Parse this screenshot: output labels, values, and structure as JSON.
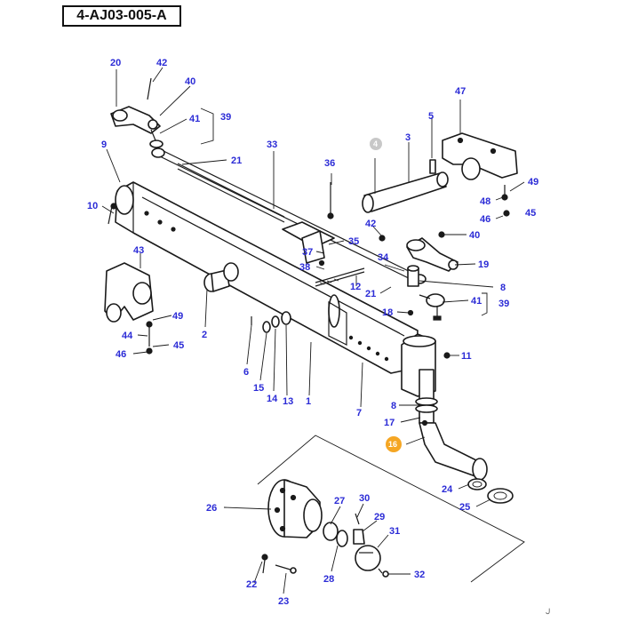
{
  "header": {
    "code": "4-AJ03-005-A"
  },
  "colors": {
    "callout": "#2b2bd6",
    "highlight_orange": "#f5a623",
    "highlight_grey": "#c8c8c8",
    "line": "#1a1a1a"
  },
  "callouts": {
    "c20": "20",
    "c42a": "42",
    "c40a": "40",
    "c41a": "41",
    "c39a": "39",
    "c9": "9",
    "c33": "33",
    "c21a": "21",
    "c47": "47",
    "c5": "5",
    "c4": "4",
    "c3": "3",
    "c49a": "49",
    "c48": "48",
    "c46a": "46",
    "c45a": "45",
    "c36": "36",
    "c10": "10",
    "c42b": "42",
    "c40b": "40",
    "c43": "43",
    "c37": "37",
    "c35": "35",
    "c34": "34",
    "c19": "19",
    "c38": "38",
    "c12": "12",
    "c21b": "21",
    "c8a": "8",
    "c41b": "41",
    "c39b": "39",
    "c18": "18",
    "c49b": "49",
    "c44": "44",
    "c45b": "45",
    "c46b": "46",
    "c2": "2",
    "c11": "11",
    "c6": "6",
    "c15": "15",
    "c14": "14",
    "c13": "13",
    "c1": "1",
    "c7": "7",
    "c8b": "8",
    "c17": "17",
    "c16": "16",
    "c24": "24",
    "c25": "25",
    "c26": "26",
    "c27": "27",
    "c30": "30",
    "c29": "29",
    "c31": "31",
    "c28": "28",
    "c22": "22",
    "c23": "23",
    "c32": "32"
  }
}
